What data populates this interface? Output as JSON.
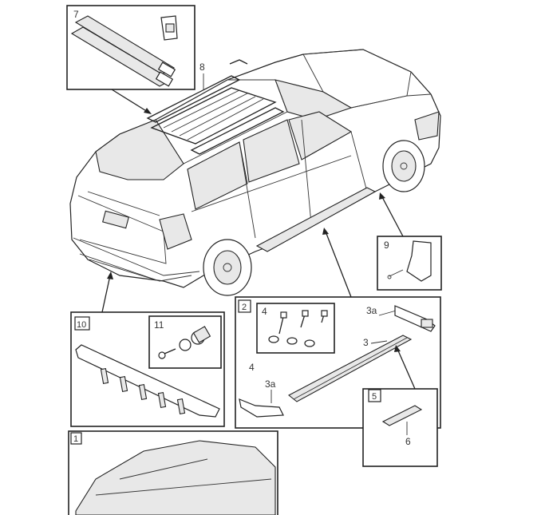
{
  "parts": {
    "roof_bars": "7",
    "roof_rack": "8",
    "mud_flap": "9",
    "skid_plate_box": "10",
    "bolt_kit": "11",
    "running_board_box": "2",
    "running_board": "3",
    "bracket": "3a",
    "bracket_lower": "3a",
    "screws": "4",
    "screws_side": "4",
    "emblem_box": "5",
    "emblem": "6",
    "car_cover_box": "1"
  },
  "colors": {
    "line": "#222222",
    "shade": "#e8e8e8",
    "background": "#ffffff"
  }
}
